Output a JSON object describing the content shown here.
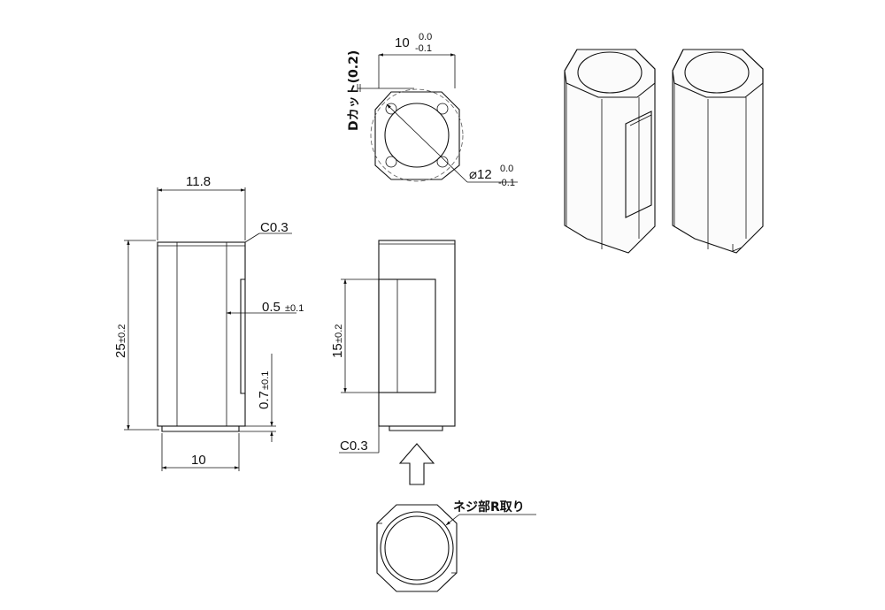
{
  "top_view": {
    "width_main": "10",
    "width_tol_upper": "0.0",
    "width_tol_lower": "-0.1",
    "dcut_label": "Dカット(0.2)",
    "diameter_main": "⌀12",
    "diameter_tol_upper": "0.0",
    "diameter_tol_lower": "-0.1"
  },
  "left_view": {
    "width": "11.8",
    "chamfer": "C0.3",
    "height_main": "25",
    "height_tol": "±0.2",
    "recess_main": "0.5",
    "recess_tol": "±0.1",
    "step_main": "0.7",
    "step_tol": "±0.1",
    "bottom_width": "10"
  },
  "front_view": {
    "window_main": "15",
    "window_tol": "±0.2",
    "chamfer": "C0.3"
  },
  "bottom_view": {
    "note": "ネジ部R取り"
  }
}
